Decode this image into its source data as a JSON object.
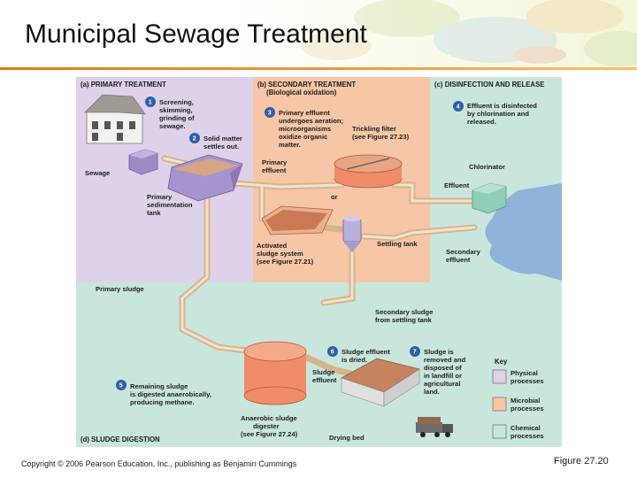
{
  "slide": {
    "title": "Municipal Sewage Treatment",
    "copyright": "Copyright © 2006 Pearson Education, Inc., publishing as Benjamin Cummings",
    "figure_label": "Figure 27.20"
  },
  "colors": {
    "physical": "#ddd2ea",
    "microbial": "#f6c6a6",
    "chemical": "#c9e6dc",
    "tank_orange": "#ef8c6a",
    "pipe": "#e8c9a6",
    "number_circle": "#2f5fa8",
    "title_rule": "#e07a1a"
  },
  "panels": {
    "a": "(a) PRIMARY TREATMENT",
    "b": "(b) SECONDARY TREATMENT",
    "b_sub": "(Biological oxidation)",
    "c": "(c) DISINFECTION AND RELEASE",
    "d": "(d) SLUDGE DIGESTION"
  },
  "steps": {
    "s1": {
      "num": "1",
      "lines": [
        "Screening,",
        "skimming,",
        "grinding of",
        "sewage."
      ]
    },
    "s2": {
      "num": "2",
      "lines": [
        "Solid matter",
        "settles out."
      ]
    },
    "s3": {
      "num": "3",
      "lines": [
        "Primary effluent",
        "undergoes aeration;",
        "microorganisms",
        "oxidize organic",
        "matter."
      ]
    },
    "s4": {
      "num": "4",
      "lines": [
        "Effluent is disinfected",
        "by chlorination and",
        "released."
      ]
    },
    "s5": {
      "num": "5",
      "lines": [
        "Remaining sludge",
        "is digested anaerobically,",
        "producing methane."
      ]
    },
    "s6": {
      "num": "6",
      "lines": [
        "Sludge effluent",
        "is dried."
      ]
    },
    "s7": {
      "num": "7",
      "lines": [
        "Sludge is",
        "removed and",
        "disposed of",
        "in landfill or",
        "agricultural",
        "land."
      ]
    }
  },
  "labels": {
    "sewage": "Sewage",
    "primary_tank": [
      "Primary",
      "sedimentation",
      "tank"
    ],
    "primary_effluent": [
      "Primary",
      "effluent"
    ],
    "trickling_filter": [
      "Trickling filter",
      "(see Figure 27.23)"
    ],
    "or": "or",
    "activated_sludge": [
      "Activated",
      "sludge system",
      "(see Figure 27.21)"
    ],
    "settling_tank": "Settling tank",
    "chlorinator": "Chlorinator",
    "effluent": "Effluent",
    "secondary_effluent": [
      "Secondary",
      "effluent"
    ],
    "primary_sludge": "Primary sludge",
    "secondary_sludge": [
      "Secondary sludge",
      "from settling tank"
    ],
    "sludge_effluent": [
      "Sludge",
      "effluent"
    ],
    "digester": [
      "Anaerobic sludge",
      "digester",
      "(see Figure 27.24)"
    ],
    "drying_bed": "Drying bed"
  },
  "key": {
    "title": "Key",
    "items": [
      {
        "lines": [
          "Physical",
          "processes"
        ],
        "color": "#ddd2ea"
      },
      {
        "lines": [
          "Microbial",
          "processes"
        ],
        "color": "#f6c6a6"
      },
      {
        "lines": [
          "Chemical",
          "processes"
        ],
        "color": "#c9e6dc"
      }
    ]
  }
}
